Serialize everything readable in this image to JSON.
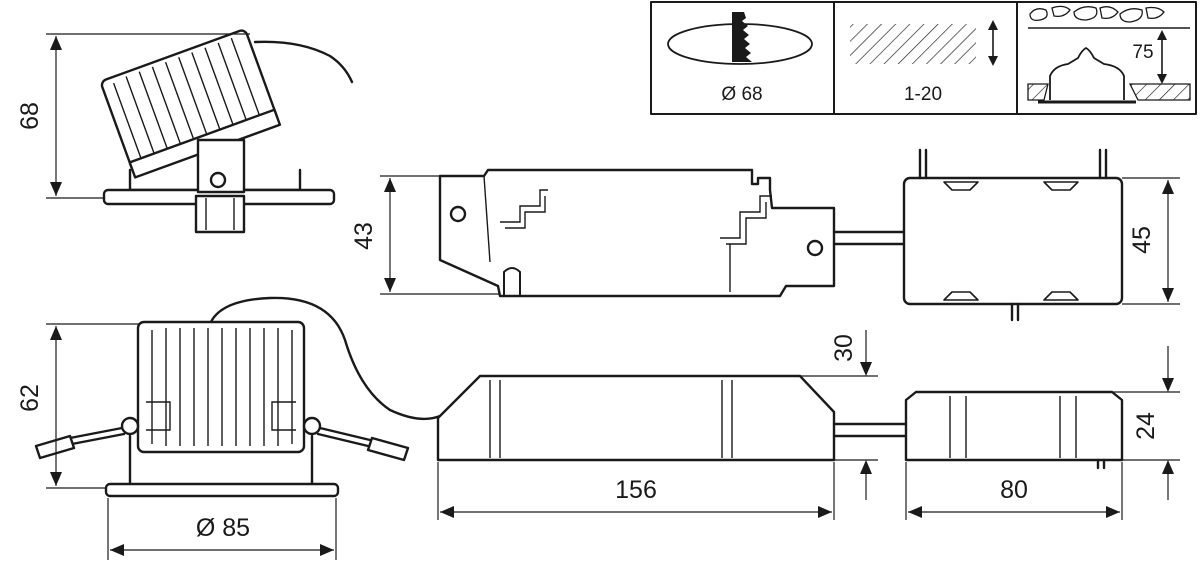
{
  "legend": {
    "cutout_diameter": "Ø 68",
    "ceiling_thickness": "1-20",
    "recess_depth": "75"
  },
  "dimensions": {
    "side_view_height": "68",
    "driver_height": "43",
    "connector_box_height": "45",
    "front_view_height": "62",
    "front_view_diameter": "Ø 85",
    "driver_length": "156",
    "driver_side_height": "30",
    "connector_box_length": "80",
    "connector_box_side_height": "24"
  }
}
